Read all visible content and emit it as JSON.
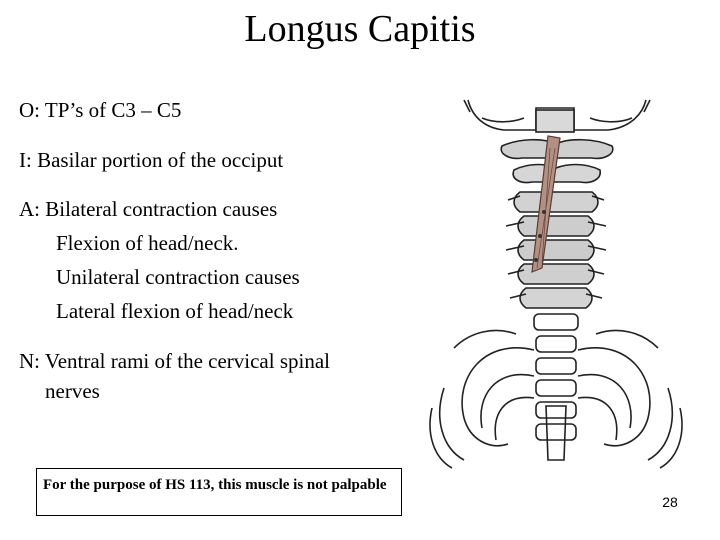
{
  "title": "Longus Capitis",
  "origin": "O:  TP’s of C3 – C5",
  "insertion": "I:  Basilar portion of the occiput",
  "action": {
    "line1": "A:  Bilateral contraction causes",
    "line2": "Flexion of head/neck.",
    "line3": "Unilateral contraction causes",
    "line4": "Lateral flexion of head/neck"
  },
  "nerve": {
    "line1": "N:  Ventral rami of the cervical spinal",
    "line2": "nerves"
  },
  "note": "For the purpose of HS 113, this muscle is not palpable",
  "page_number": "28",
  "illustration": {
    "icon": "cervical-spine-anatomy-icon",
    "muscle_color": "#a8877a",
    "bone_color": "#cfcfcf"
  }
}
